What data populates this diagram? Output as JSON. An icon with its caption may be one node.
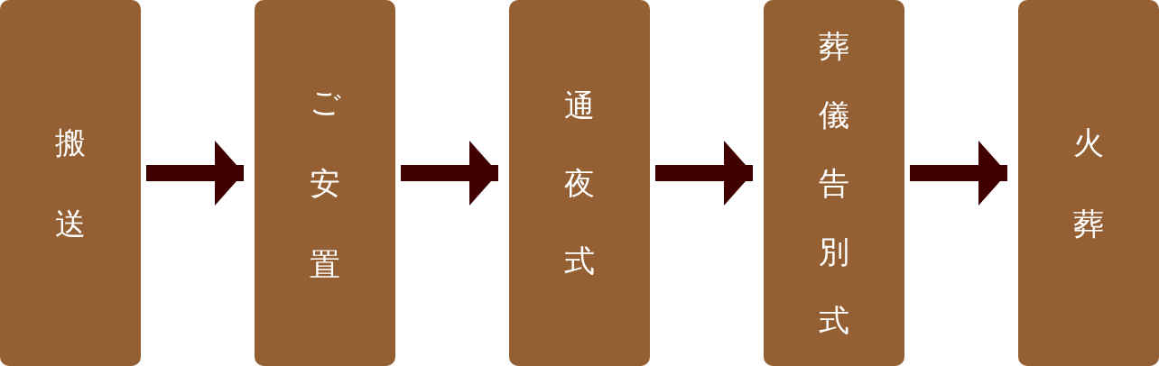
{
  "diagram": {
    "nodes": [
      {
        "text": [
          "搬送"
        ]
      },
      {
        "text": [
          "ご安置"
        ]
      },
      {
        "text": [
          "通夜式"
        ]
      },
      {
        "text": [
          "葬儀告別式"
        ]
      },
      {
        "text": [
          "火葬"
        ]
      }
    ],
    "edges": [
      {
        "from": 0,
        "to": 1,
        "arrow": "to"
      },
      {
        "from": 1,
        "to": 2,
        "arrow": "to"
      },
      {
        "from": 2,
        "to": 3,
        "arrow": "to"
      },
      {
        "from": 3,
        "to": 4,
        "arrow": "to"
      }
    ]
  }
}
